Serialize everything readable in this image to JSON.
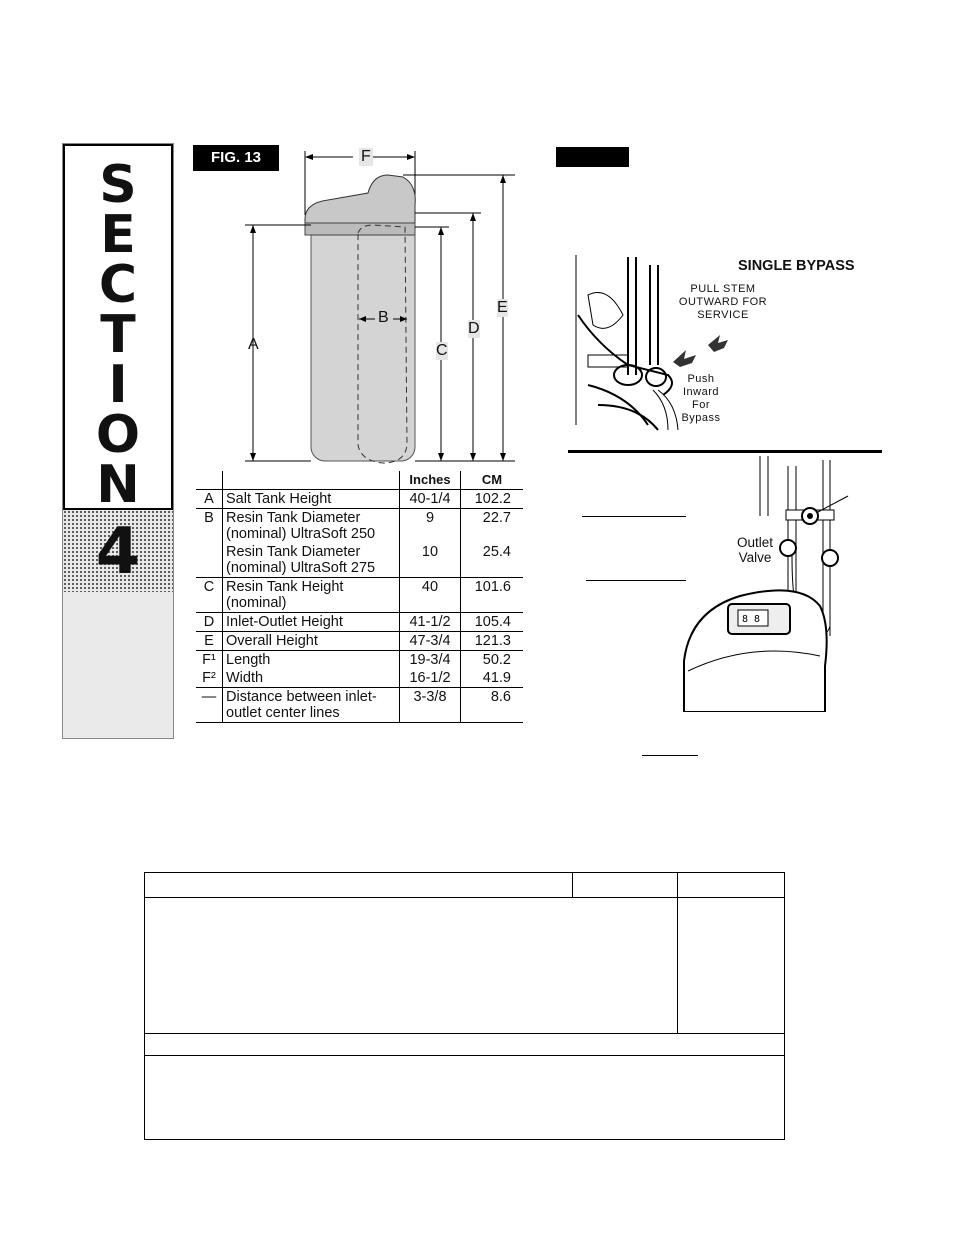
{
  "section": {
    "letters": [
      "S",
      "E",
      "C",
      "T",
      "I",
      "O",
      "N"
    ],
    "number": "4"
  },
  "figure": {
    "label": "FIG. 13",
    "dimension_letters": {
      "a": "A",
      "b": "B",
      "c": "C",
      "d": "D",
      "e": "E",
      "f": "F"
    }
  },
  "spec_table": {
    "headers": [
      "",
      "",
      "Inches",
      "CM"
    ],
    "rows": [
      {
        "key": "A",
        "desc": "Salt Tank Height",
        "inches": "40-1/4",
        "cm": "102.2"
      },
      {
        "key": "B",
        "desc": "Resin Tank Diameter (nominal) UltraSoft 250",
        "inches": "9",
        "cm": "22.7"
      },
      {
        "key": "",
        "desc": "Resin Tank Diameter (nominal) UltraSoft 275",
        "inches": "10",
        "cm": "25.4"
      },
      {
        "key": "C",
        "desc": "Resin Tank Height (nominal)",
        "inches": "40",
        "cm": "101.6"
      },
      {
        "key": "D",
        "desc": "Inlet-Outlet Height",
        "inches": "41-1/2",
        "cm": "105.4"
      },
      {
        "key": "E",
        "desc": "Overall Height",
        "inches": "47-3/4",
        "cm": "121.3"
      },
      {
        "key": "F¹",
        "desc": "Length",
        "inches": "19-3/4",
        "cm": "50.2"
      },
      {
        "key": "F²",
        "desc": "Width",
        "inches": "16-1/2",
        "cm": "41.9"
      },
      {
        "key": "—",
        "desc": "Distance between inlet-outlet center lines",
        "inches": "3-3/8",
        "cm": "8.6"
      }
    ]
  },
  "bypass": {
    "title": "SINGLE BYPASS",
    "pull_text": "PULL STEM OUTWARD FOR SERVICE",
    "push_text": "Push Inward For Bypass"
  },
  "valve": {
    "outlet_label": "Outlet Valve"
  }
}
